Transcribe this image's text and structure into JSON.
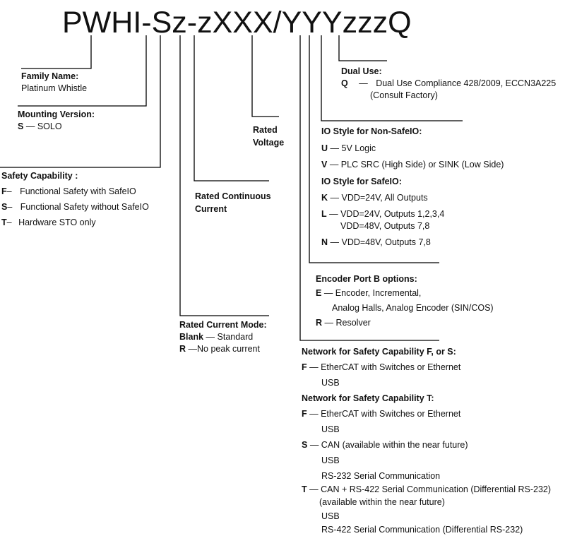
{
  "code": "PWHI-Sz-zXXX/YYYzzzQ",
  "family": {
    "title": "Family Name:",
    "value": "Platinum Whistle"
  },
  "mounting": {
    "title": "Mounting Version:",
    "key": "S",
    "sep": "—",
    "value": "SOLO"
  },
  "safety": {
    "title": "Safety Capability :",
    "items": [
      {
        "key": "F",
        "sep": "–",
        "value": "Functional Safety with SafeIO"
      },
      {
        "key": "S",
        "sep": "–",
        "value": "Functional Safety without SafeIO"
      },
      {
        "key": "T",
        "sep": "–",
        "value": "Hardware STO only"
      }
    ]
  },
  "rated_continuous": {
    "line1": "Rated Continuous",
    "line2": "Current"
  },
  "rated_current_mode": {
    "title": "Rated Current Mode:",
    "items": [
      {
        "key": "Blank",
        "text": "— Standard"
      },
      {
        "key": "R",
        "text": "—No peak current"
      }
    ]
  },
  "rated_voltage": {
    "line1": "Rated",
    "line2": "Voltage"
  },
  "dual_use": {
    "title": "Dual Use:",
    "key": "Q",
    "sep": "—",
    "line1": "Dual Use Compliance 428/2009, ECCN3A225",
    "line2": "(Consult Factory)"
  },
  "io_non_safe": {
    "title": "IO Style for Non-SafeIO:",
    "items": [
      {
        "key": "U",
        "text": "—   5V Logic"
      },
      {
        "key": "V",
        "text": "—   PLC SRC (High Side) or SINK (Low Side)"
      }
    ]
  },
  "io_safe": {
    "title": "IO Style for SafeIO:",
    "k_key": "K",
    "k_text": "— VDD=24V, All Outputs",
    "l_key": "L",
    "l_text1": "— VDD=24V, Outputs 1,2,3,4",
    "l_text2": "VDD=48V, Outputs 7,8",
    "n_key": "N",
    "n_text": "— VDD=48V, Outputs 7,8"
  },
  "encoder": {
    "title": "Encoder Port B options:",
    "e_key": "E",
    "e_text1": "— Encoder, Incremental,",
    "e_text2": "Analog Halls, Analog Encoder (SIN/COS)",
    "r_key": "R",
    "r_text": "— Resolver"
  },
  "network_fs": {
    "title": "Network for Safety Capability F, or S:",
    "f_key": "F",
    "f_text": "— EtherCAT with Switches or Ethernet",
    "f_sub": "USB"
  },
  "network_t": {
    "title": "Network for Safety Capability T:",
    "f_key": "F",
    "f_text": "— EtherCAT with Switches or Ethernet",
    "f_sub": "USB",
    "s_key": "S",
    "s_text": "— CAN (available  within the near future)",
    "s_sub1": "USB",
    "s_sub2": "RS-232  Serial Communication",
    "t_key": "T",
    "t_text": "— CAN + RS-422 Serial Communication (Differential RS-232)",
    "t_sub0": "(available  within the near future)",
    "t_sub1": "USB",
    "t_sub2": "RS-422 Serial Communication (Differential RS-232)"
  }
}
